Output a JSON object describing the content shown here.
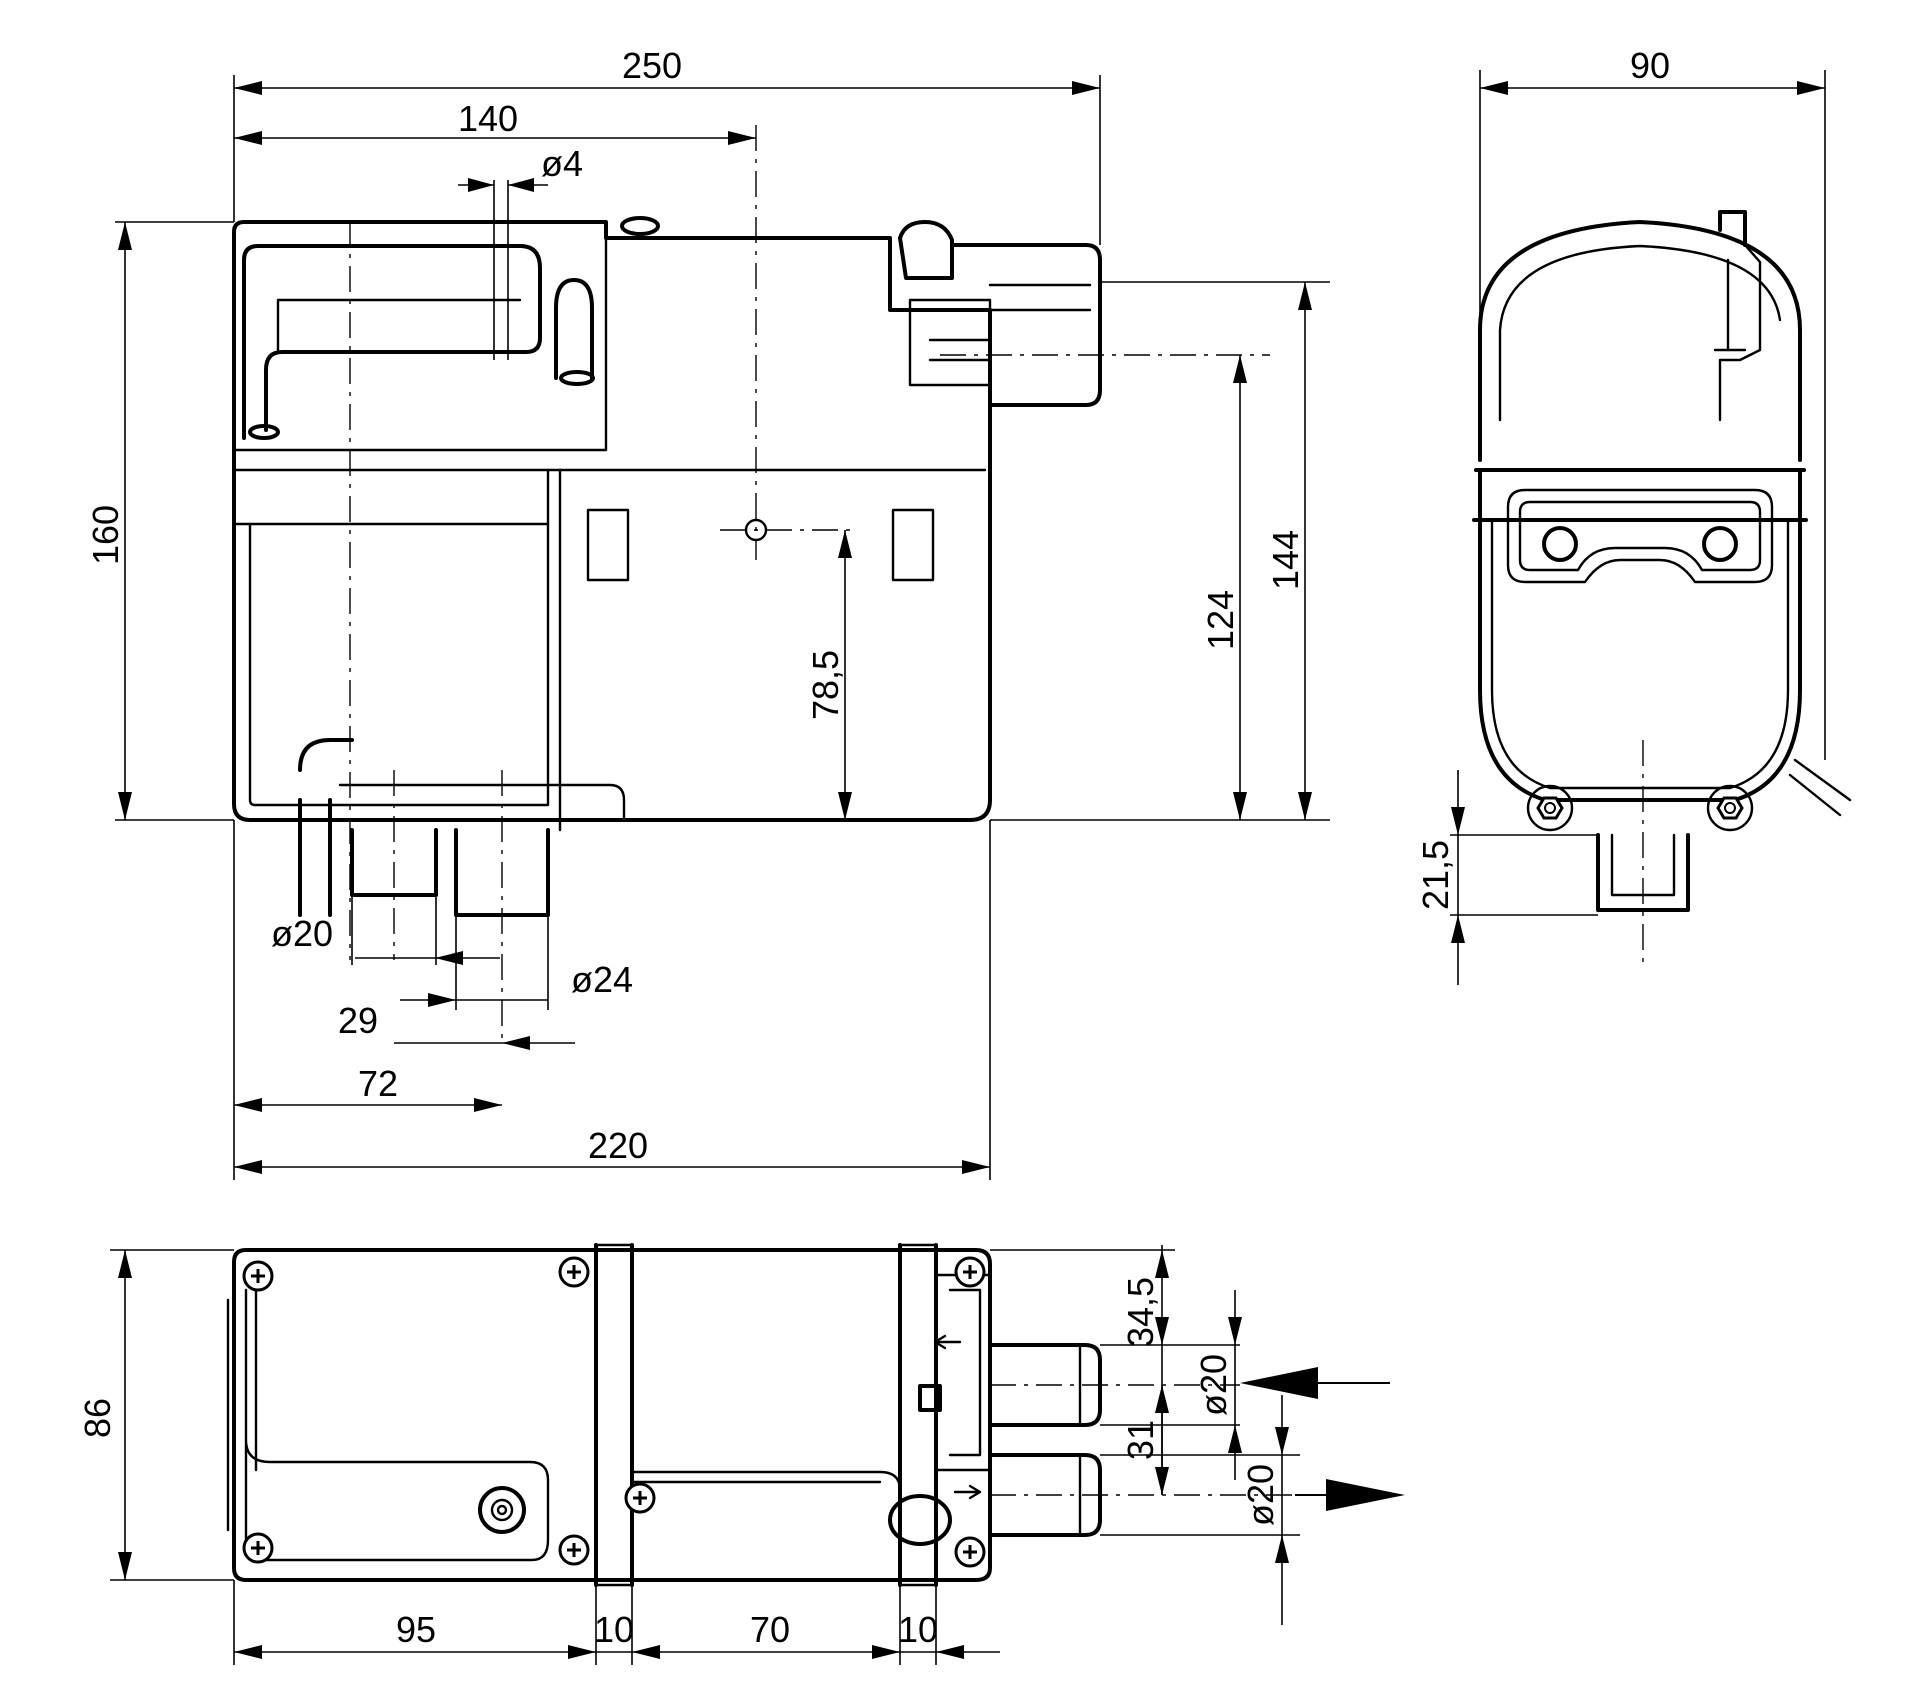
{
  "dimensions": {
    "front": {
      "overall_length": "250",
      "center_offset": "140",
      "pin_diameter": "ø4",
      "overall_height": "160",
      "outlet_height": "144",
      "inlet_height": "124",
      "center_height": "78,5",
      "port1_diameter": "ø20",
      "port2_diameter": "ø24",
      "port_spacing": "29",
      "port_offset": "72",
      "body_length": "220"
    },
    "side": {
      "overall_width": "90",
      "port_depth": "21,5"
    },
    "top": {
      "overall_depth": "86",
      "segment_1": "95",
      "segment_2": "10",
      "segment_3": "70",
      "segment_4": "10",
      "pipe_offset": "34,5",
      "pipe_spacing": "31",
      "inlet_pipe_diameter": "ø20",
      "outlet_pipe_diameter": "ø20"
    }
  },
  "flow_symbols": {
    "inlet_arrow": "arrow-left",
    "outlet_arrow": "arrow-right"
  }
}
